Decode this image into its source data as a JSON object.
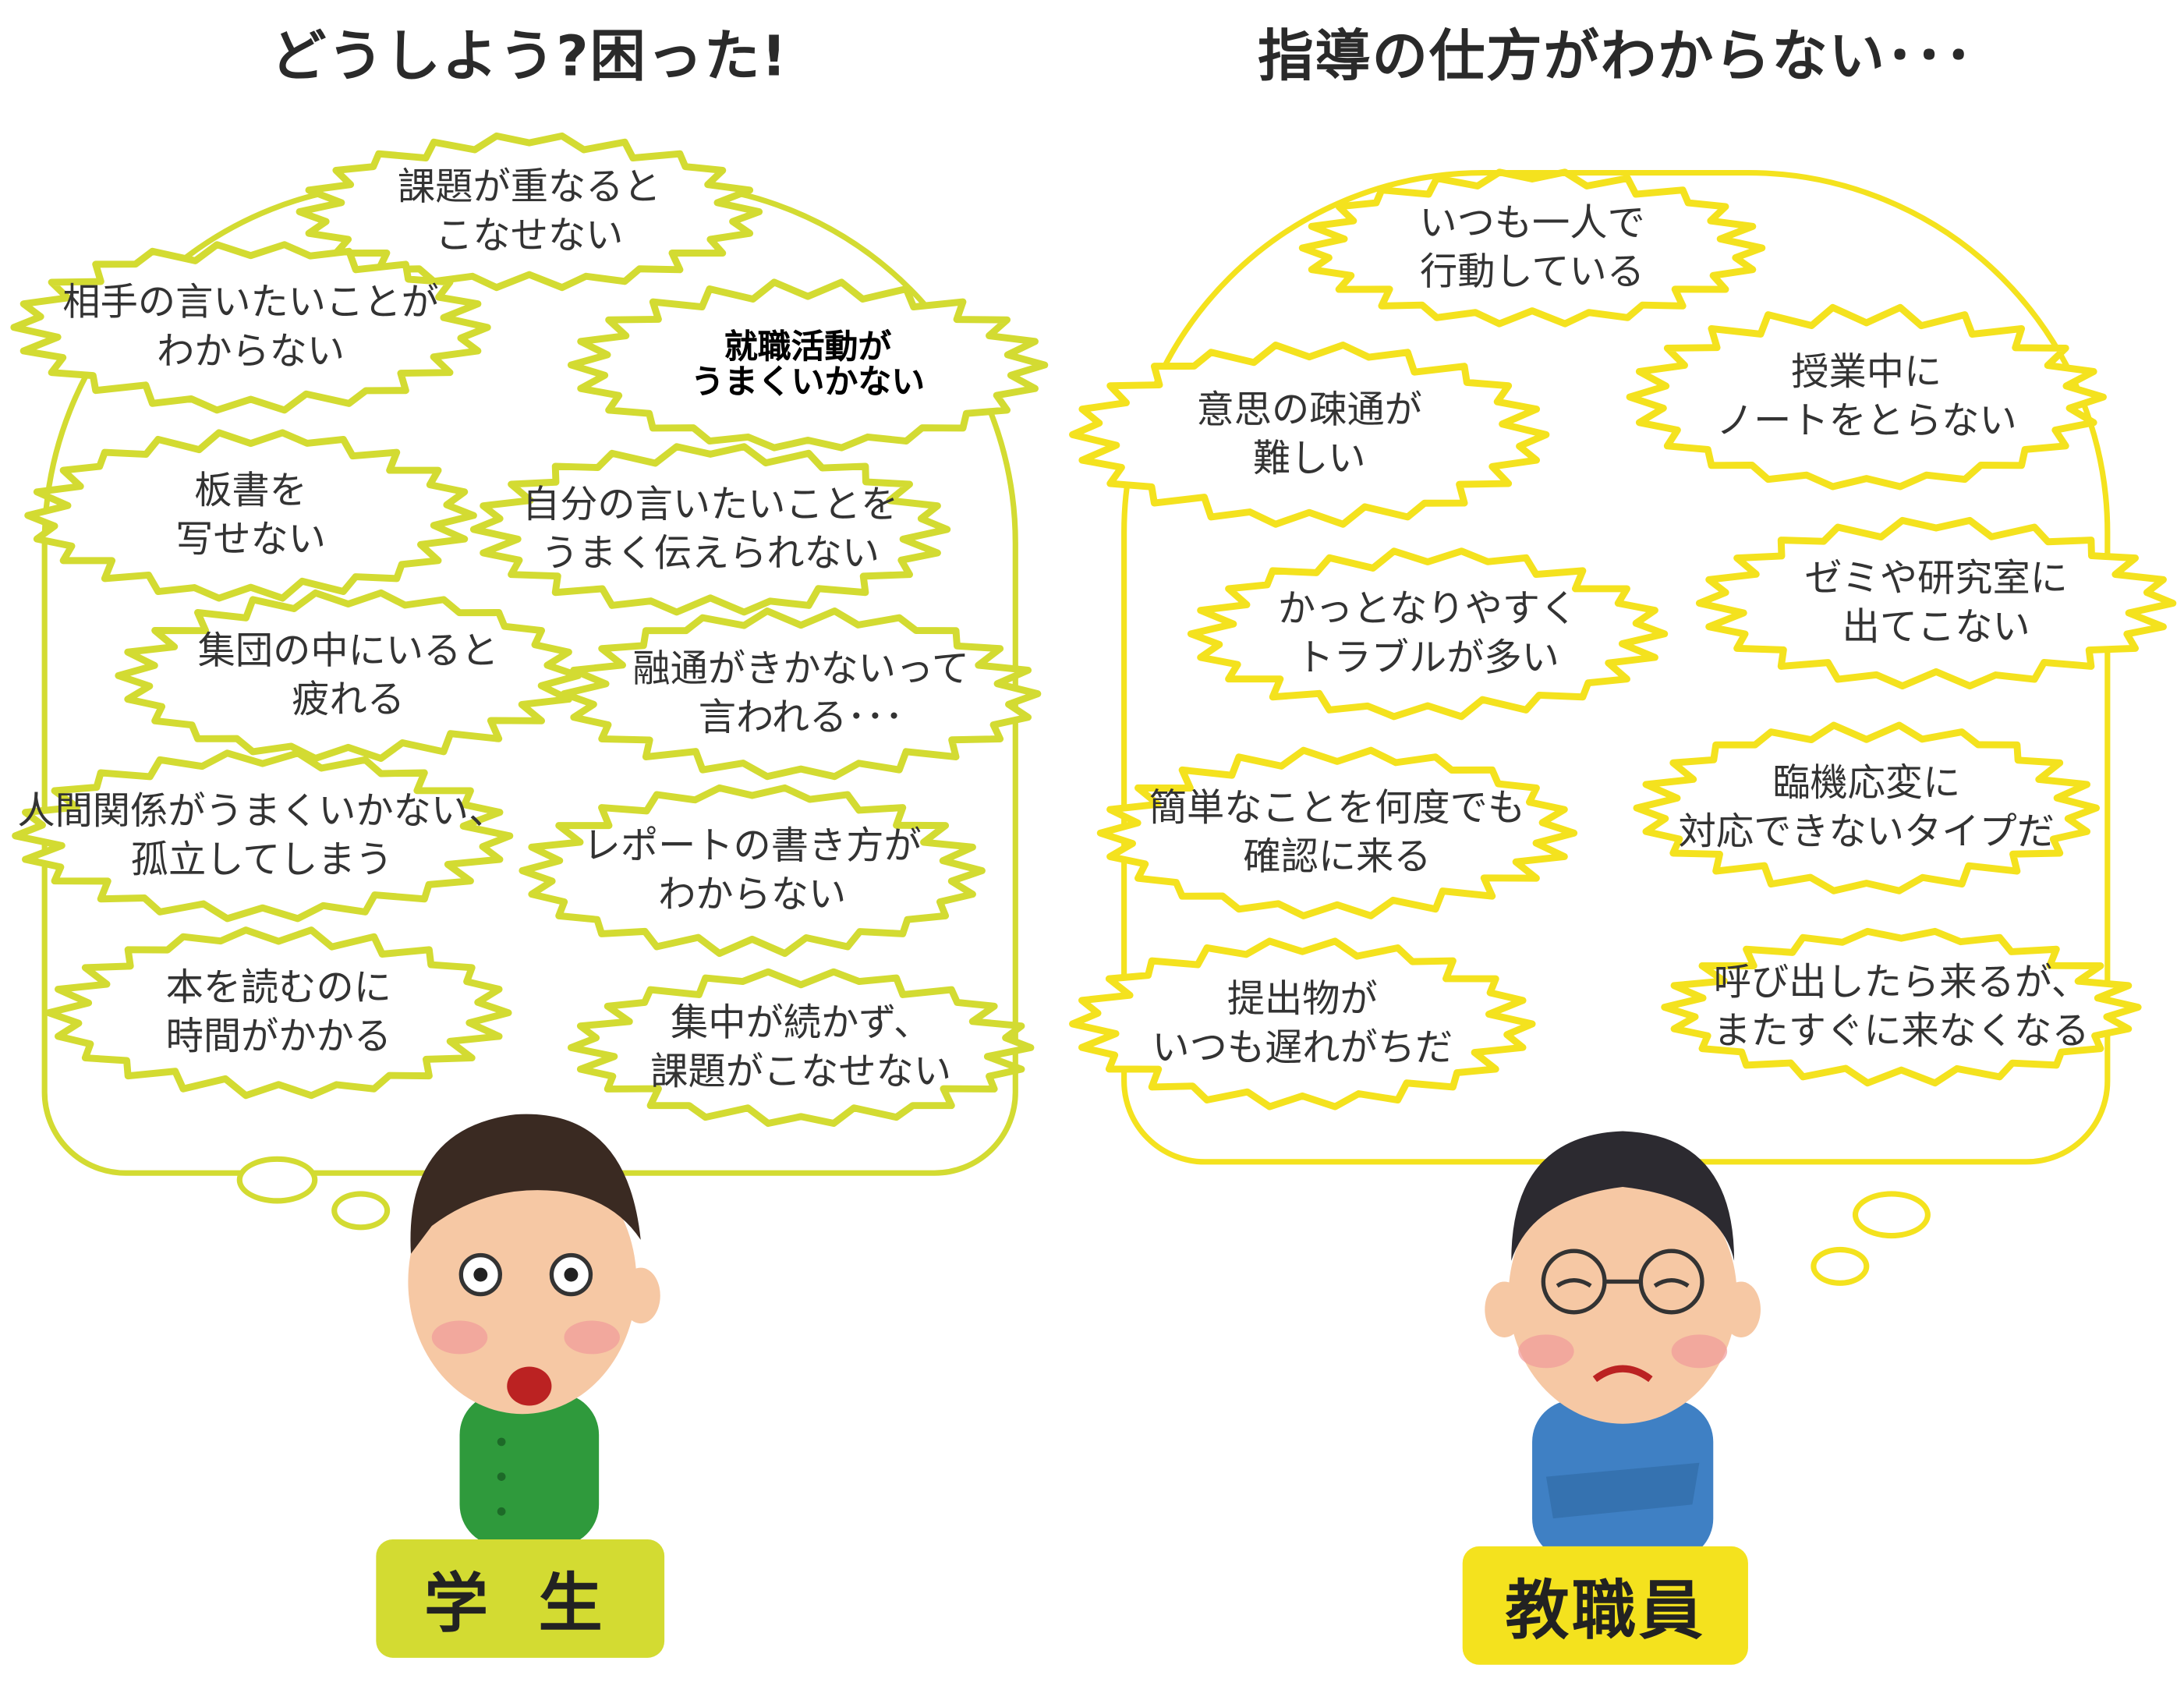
{
  "student": {
    "heading": "どうしよう?困った!",
    "label": "学 生",
    "color": "#d3db32",
    "bubbles": [
      {
        "lines": [
          "課題が重なると",
          "こなせない"
        ]
      },
      {
        "lines": [
          "相手の言いたいことが",
          "わからない"
        ]
      },
      {
        "lines": [
          "就職活動が",
          "うまくいかない"
        ]
      },
      {
        "lines": [
          "板書を",
          "写せない"
        ]
      },
      {
        "lines": [
          "自分の言いたいことを",
          "うまく伝えられない"
        ]
      },
      {
        "lines": [
          "集団の中にいると",
          "疲れる"
        ]
      },
      {
        "lines": [
          "融通がきかないって",
          "言われる･･･"
        ]
      },
      {
        "lines": [
          "人間関係がうまくいかない、",
          "孤立してしまう"
        ]
      },
      {
        "lines": [
          "レポートの書き方が",
          "わからない"
        ]
      },
      {
        "lines": [
          "本を読むのに",
          "時間がかかる"
        ]
      },
      {
        "lines": [
          "集中が続かず、",
          "課題がこなせない"
        ]
      }
    ]
  },
  "staff": {
    "heading": "指導の仕方がわからない･･･",
    "label": "教職員",
    "color": "#f4e21e",
    "bubbles": [
      {
        "lines": [
          "いつも一人で",
          "行動している"
        ]
      },
      {
        "lines": [
          "意思の疎通が",
          "難しい"
        ]
      },
      {
        "lines": [
          "授業中に",
          "ノートをとらない"
        ]
      },
      {
        "lines": [
          "かっとなりやすく",
          "トラブルが多い"
        ]
      },
      {
        "lines": [
          "ゼミや研究室に",
          "出てこない"
        ]
      },
      {
        "lines": [
          "簡単なことを何度でも",
          "確認に来る"
        ]
      },
      {
        "lines": [
          "臨機応変に",
          "対応できないタイプだ"
        ]
      },
      {
        "lines": [
          "提出物が",
          "いつも遅れがちだ"
        ]
      },
      {
        "lines": [
          "呼び出したら来るが、",
          "またすぐに来なくなる"
        ]
      }
    ]
  }
}
